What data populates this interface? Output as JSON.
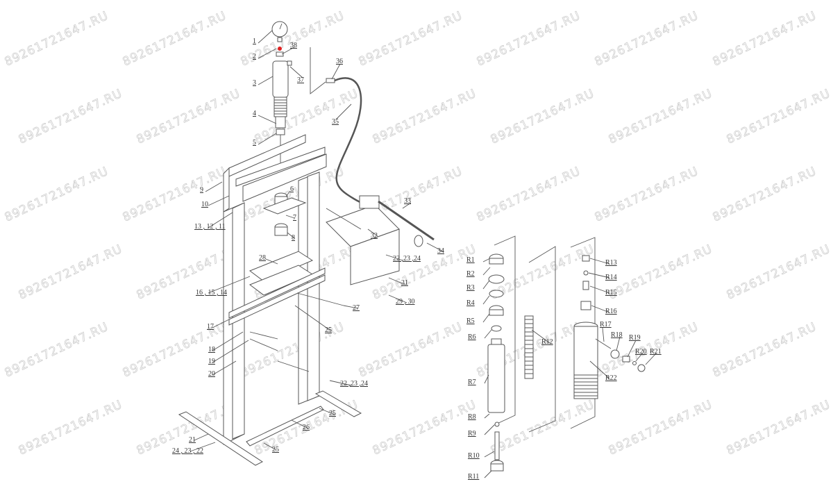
{
  "watermark": "89261721647.RU",
  "labels": {
    "l1": "1",
    "l2": "2",
    "l38": "38",
    "l37": "37",
    "l36": "36",
    "l3": "3",
    "l4": "4",
    "l35": "35",
    "l5": "5",
    "l9": "9",
    "l10": "10",
    "l6": "6",
    "l7": "7",
    "l8": "8",
    "l13": "13 , 12 , 11",
    "l33": "33",
    "l32": "32",
    "l34": "34",
    "l28": "28",
    "l22a": "22 ,23 ,24",
    "l31": "31",
    "l29": "29 , 30",
    "l16": "16 , 15 , 14",
    "l27": "27",
    "l17": "17",
    "l25a": "25",
    "l18": "18",
    "l19": "19",
    "l20": "20",
    "l22b": "22 ,23 ,24",
    "l25b": "25",
    "l26": "26",
    "l21": "21",
    "l24": "24 , 23 , 22",
    "l25c": "25",
    "R1": "R1",
    "R2": "R2",
    "R3": "R3",
    "R4": "R4",
    "R5": "R5",
    "R6": "R6",
    "R7": "R7",
    "R8": "R8",
    "R9": "R9",
    "R10": "R10",
    "R11": "R11",
    "R12": "R12",
    "R13": "R13",
    "R14": "R14",
    "R15": "R15",
    "R16": "R16",
    "R17": "R17",
    "R18": "R18",
    "R19": "R19",
    "R20": "R20",
    "R21": "R21",
    "R22": "R22"
  },
  "colors": {
    "line": "#555555",
    "highlight": "#e02020"
  }
}
